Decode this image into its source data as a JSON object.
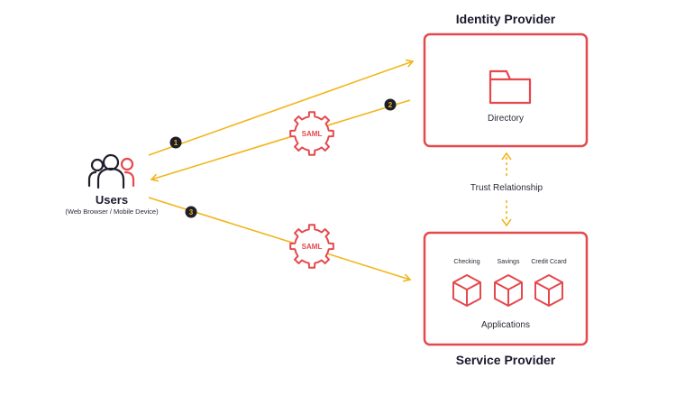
{
  "idp": {
    "title": "Identity Provider",
    "directory_label": "Directory"
  },
  "sp": {
    "title": "Service Provider",
    "applications_label": "Applications",
    "apps": [
      "Checking",
      "Savings",
      "Credit Ccard"
    ]
  },
  "trust_label": "Trust Relationship",
  "users": {
    "title": "Users",
    "subtitle": "(Web Browser / Mobile Device)"
  },
  "saml_label": "SAML",
  "steps": [
    "1",
    "2",
    "3"
  ],
  "colors": {
    "accent_red": "#e5484d",
    "arrow_yellow": "#f2b51b",
    "dark": "#1f1f2b",
    "badge": "#1e1e28"
  },
  "icons": [
    "users-icon",
    "folder-icon",
    "gear-icon",
    "cube-icon"
  ]
}
